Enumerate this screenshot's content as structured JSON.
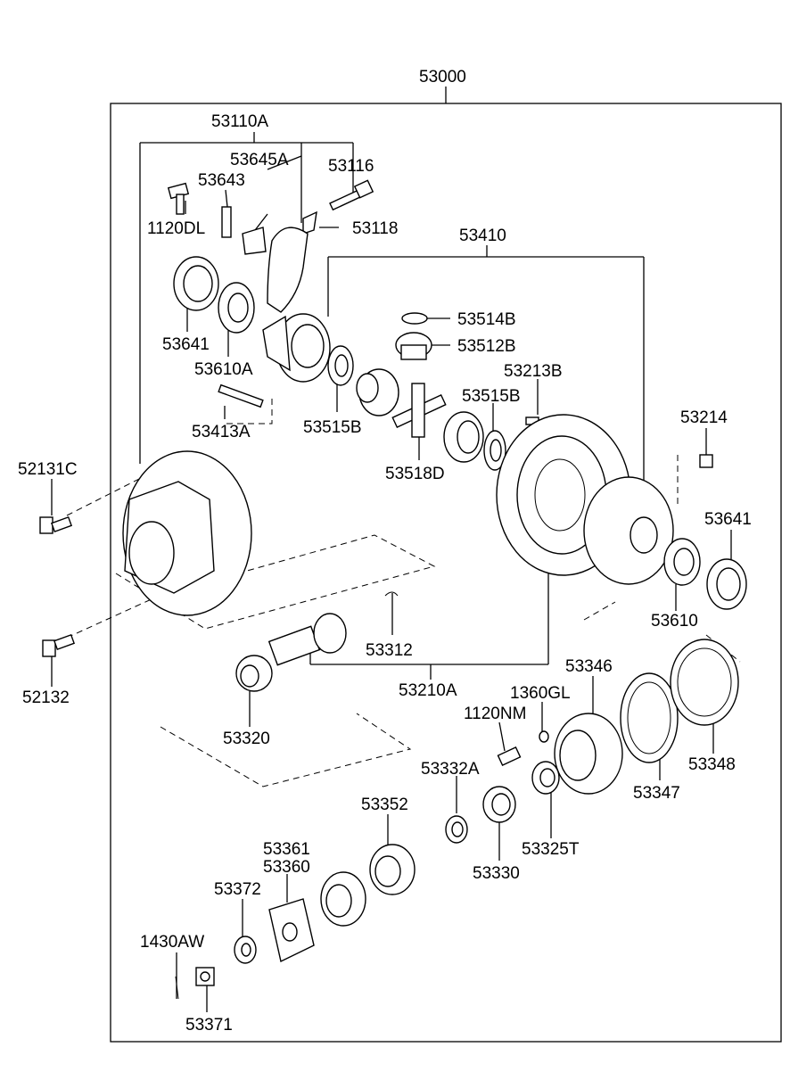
{
  "labels": {
    "l53000": "53000",
    "l53110A": "53110A",
    "l53645A": "53645A",
    "l53116": "53116",
    "l53643": "53643",
    "l1120DL": "1120DL",
    "l53118": "53118",
    "l53410": "53410",
    "l53641a": "53641",
    "l53610Aa": "53610A",
    "l53514B": "53514B",
    "l53512B": "53512B",
    "l53213B": "53213B",
    "l53515Ba": "53515B",
    "l53515Bb": "53515B",
    "l53413A": "53413A",
    "l53518D": "53518D",
    "l53214": "53214",
    "l52131C": "52131C",
    "l53641b": "53641",
    "l53610": "53610",
    "l53312": "53312",
    "l52132": "52132",
    "l53210A": "53210A",
    "l53346": "53346",
    "l1360GL": "1360GL",
    "l1120NM": "1120NM",
    "l53320": "53320",
    "l53348": "53348",
    "l53332A": "53332A",
    "l53347": "53347",
    "l53352": "53352",
    "l53325T": "53325T",
    "l53330": "53330",
    "l53361": "53361",
    "l53360": "53360",
    "l53372": "53372",
    "l1430AW": "1430AW",
    "l53371": "53371"
  }
}
